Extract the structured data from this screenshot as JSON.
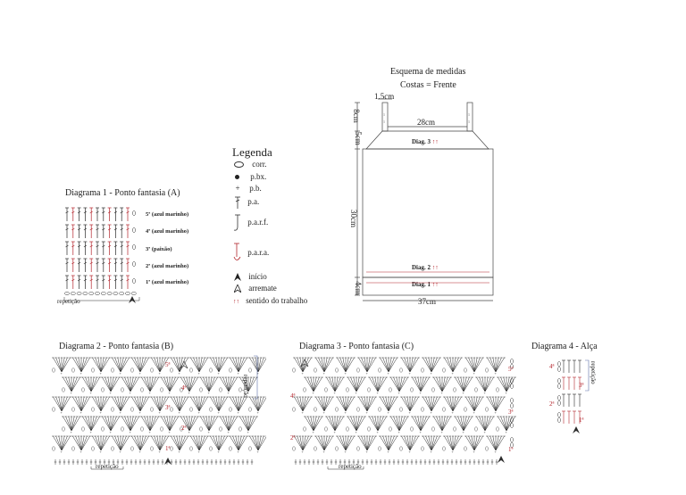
{
  "schema": {
    "title": "Esquema de medidas",
    "subtitle": "Costas = Frente",
    "strap_width": "1.5cm",
    "strap_height": "8cm",
    "top_width": "28cm",
    "yoke_height": "5cm",
    "body_height": "30cm",
    "bottom_height": "4cm",
    "bottom_width": "37cm",
    "diag3_label": "Diag. 3",
    "diag2_label": "Diag. 2",
    "diag1_label": "Diag. 1",
    "arrows": "↑↑"
  },
  "legend": {
    "title": "Legenda",
    "items": [
      {
        "symbol": "○",
        "label": "corr."
      },
      {
        "symbol": "●",
        "label": "p.bx."
      },
      {
        "symbol": "+",
        "label": "p.b."
      },
      {
        "symbol": "T",
        "label": "p.a."
      },
      {
        "symbol": "J",
        "label": "p.a.r.f."
      },
      {
        "symbol": "U",
        "label": "p.a.r.a."
      },
      {
        "symbol": "▲",
        "label": "início"
      },
      {
        "symbol": "△",
        "label": "arremate"
      },
      {
        "symbol": "↑↑",
        "label": "sentido do trabalho"
      }
    ]
  },
  "diagram1": {
    "title": "Diagrama 1 - Ponto fantasia (A)",
    "rows": [
      "5ª (azul marinho)",
      "4ª (azul marinho)",
      "3ª (paixão)",
      "2ª (azul marinho)",
      "1ª (azul marinho)"
    ],
    "repeat_label": "repetição"
  },
  "diagram2": {
    "title": "Diagrama 2 - Ponto fantasia (B)",
    "rows": [
      "5ª",
      "4ª",
      "3ª",
      "2ª",
      "1ª"
    ],
    "repeat_label": "repetição",
    "side_label": "repetição"
  },
  "diagram3": {
    "title": "Diagrama 3 - Ponto fantasia (C)",
    "rows": [
      "5ª",
      "4ª",
      "3ª",
      "2ª",
      "1ª"
    ],
    "repeat_label": "repetição"
  },
  "diagram4": {
    "title": "Diagrama 4 - Alça",
    "rows": [
      "4ª",
      "3ª",
      "2ª",
      "1ª"
    ],
    "side_label": "repetição"
  },
  "colors": {
    "ink": "#2b2b2b",
    "accent_red": "#b3252c",
    "outline": "#444444",
    "bracket_blue": "#5a6ea8"
  }
}
